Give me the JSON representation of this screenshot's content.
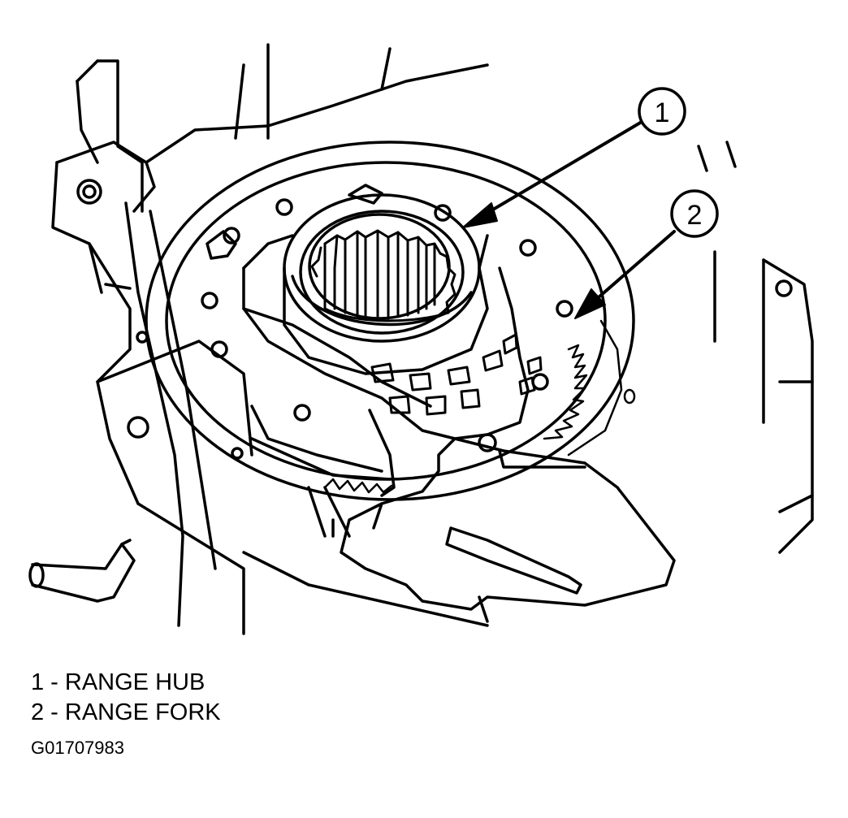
{
  "callouts": [
    {
      "number": "1",
      "label": "RANGE HUB"
    },
    {
      "number": "2",
      "label": "RANGE FORK"
    }
  ],
  "legend": [
    "1 - RANGE HUB",
    "2 - RANGE FORK"
  ],
  "figure_id": "G01707983"
}
